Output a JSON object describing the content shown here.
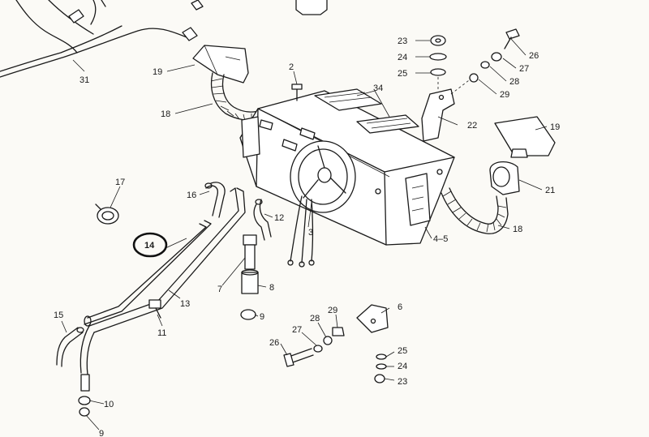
{
  "labels": {
    "l2": "2",
    "l3": "3",
    "l4_5": "4–5",
    "l6": "6",
    "l7": "7",
    "l8": "8",
    "l9a": "9",
    "l9b": "9",
    "l10": "10",
    "l11": "11",
    "l12": "12",
    "l13": "13",
    "l14": "14",
    "l15": "15",
    "l16": "16",
    "l17": "17",
    "l18a": "18",
    "l18b": "18",
    "l19a": "19",
    "l19b": "19",
    "l21": "21",
    "l22": "22",
    "l23a": "23",
    "l23b": "23",
    "l24a": "24",
    "l24b": "24",
    "l25a": "25",
    "l25b": "25",
    "l26a": "26",
    "l26b": "26",
    "l27a": "27",
    "l27b": "27",
    "l28a": "28",
    "l28b": "28",
    "l29a": "29",
    "l29b": "29",
    "l31": "31",
    "l34": "34"
  },
  "highlighted_callout": "14"
}
